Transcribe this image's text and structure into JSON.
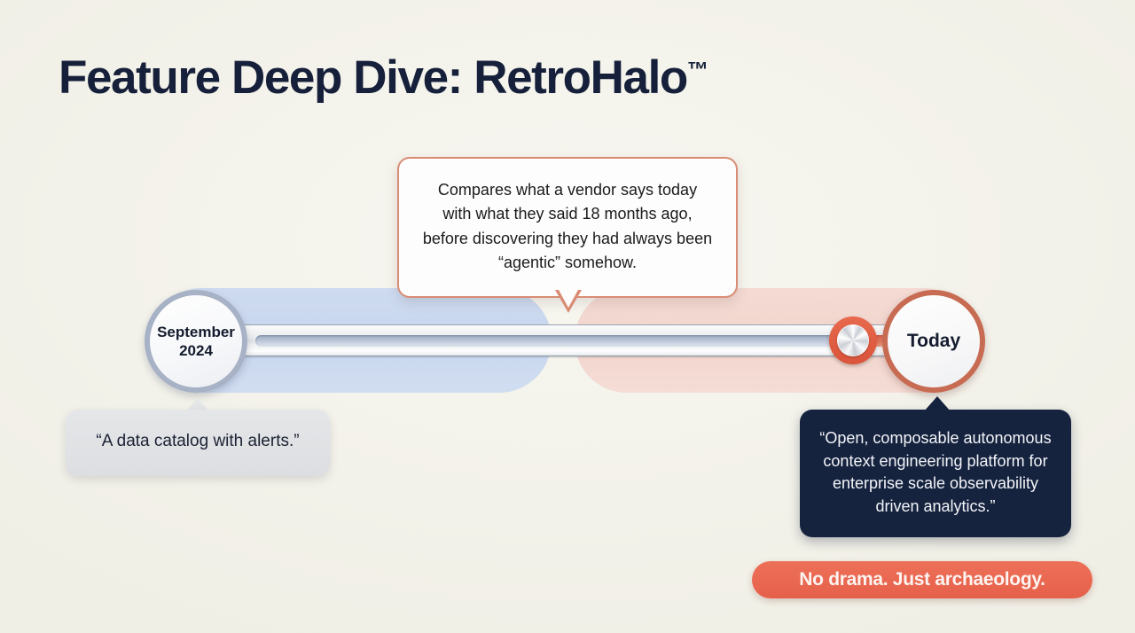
{
  "slide": {
    "background_color": "#f4f3ec",
    "title_main": "Feature Deep Dive: RetroHalo",
    "title_tm": "™"
  },
  "callout": {
    "text": "Compares what a vendor says today with what they said 18 months ago, before discovering they had always been “agentic” somehow.",
    "border_color": "#d98c75"
  },
  "timeline": {
    "left_node": {
      "line1": "September",
      "line2": "2024",
      "ring_color": "#a8b2c6"
    },
    "right_node": {
      "label": "Today",
      "ring_color": "#c76c53"
    },
    "band_left_color": "#c9d8ef",
    "band_right_color": "#f2d5cd",
    "progress_color": "#e8694d"
  },
  "quotes": {
    "past": {
      "text": "“A data catalog with alerts.”",
      "background_color": "#e0e2e5"
    },
    "present": {
      "text": "“Open, composable autonomous context engineering platform for enterprise scale observability driven analytics.”",
      "background_color": "#16233f"
    }
  },
  "badge": {
    "text": "No drama. Just archaeology.",
    "color": "#e6604a"
  }
}
